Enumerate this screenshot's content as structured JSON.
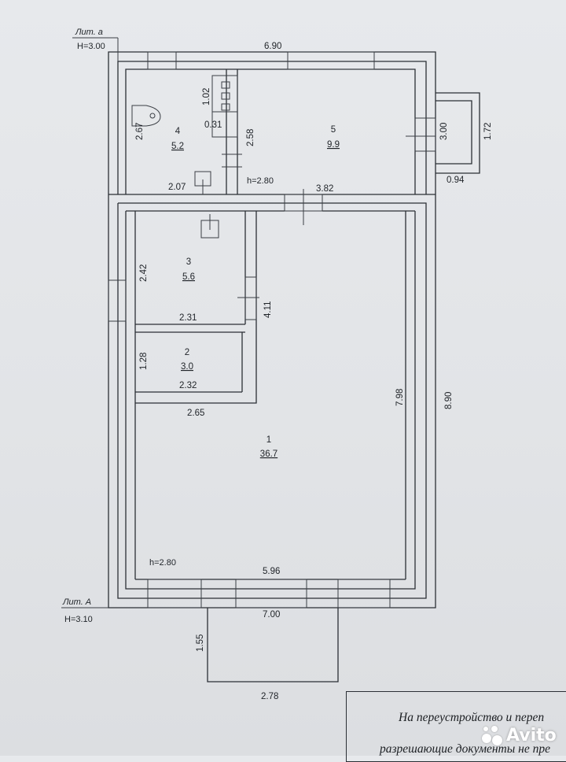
{
  "labels": {
    "lit_a_small": "Лит. а",
    "lit_a_small_h": "H=3.00",
    "lit_A": "Лит. А",
    "lit_A_h": "H=3.10"
  },
  "dimensions": {
    "top_total": "6.90",
    "right_total": "8.90",
    "bottom_total": "7.00",
    "inner_bottom": "5.96",
    "porch_side": "3.00",
    "porch_outer": "1.72",
    "porch_width": "0.94",
    "r4_width": "2.07",
    "r4_height": "2.67",
    "wc_width": "0.31",
    "wc_height": "1.02",
    "r4_r5_wall": "2.58",
    "r5_bottom": "3.82",
    "r1_height": "7.98",
    "r3_height": "2.42",
    "r3_width": "2.31",
    "r3_right": "4.11",
    "r2_height": "1.28",
    "r2_width": "2.32",
    "corridor": "2.65",
    "entry_depth": "1.55",
    "entry_width": "2.78"
  },
  "heights": {
    "upper": "h=2.80",
    "main": "h=2.80"
  },
  "rooms": [
    {
      "number": "1",
      "area": "36.7"
    },
    {
      "number": "2",
      "area": "3.0"
    },
    {
      "number": "3",
      "area": "5.6"
    },
    {
      "number": "4",
      "area": "5.2"
    },
    {
      "number": "5",
      "area": "9.9"
    }
  ],
  "stamp": {
    "line1": "На переустройство и переп",
    "line2": "разрешающие документы не пре"
  },
  "watermark": {
    "brand": "Avito"
  }
}
